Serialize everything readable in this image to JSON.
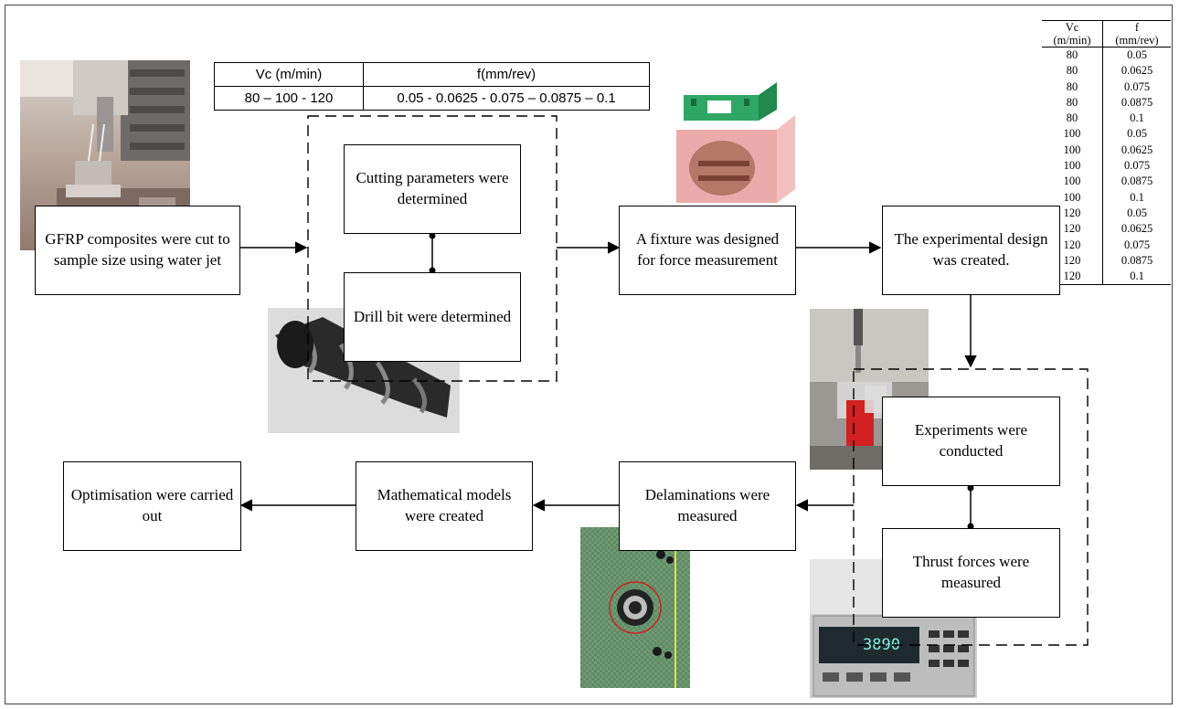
{
  "steps": {
    "cut": "GFRP composites were cut to sample size using water jet",
    "cutting_params": "Cutting parameters were determined",
    "drill_bit": "Drill bit were determined",
    "fixture": "A fixture was designed for force measurement",
    "design": "The experimental design was created.",
    "experiments": "Experiments were conducted",
    "thrust": "Thrust forces were measured",
    "delam": "Delaminations were measured",
    "models": "Mathematical models were created",
    "optimisation": "Optimisation were carried out"
  },
  "param_table": {
    "h1": "Vc (m/min)",
    "h2": "f(mm/rev)",
    "v1": "80 – 100 - 120",
    "v2": "0.05 - 0.0625 - 0.075 – 0.0875 – 0.1"
  },
  "design_table": {
    "h1a": "Vc",
    "h1b": "(m/min)",
    "h2a": "f",
    "h2b": "(mm/rev)",
    "rows": [
      [
        "80",
        "0.05"
      ],
      [
        "80",
        "0.0625"
      ],
      [
        "80",
        "0.075"
      ],
      [
        "80",
        "0.0875"
      ],
      [
        "80",
        "0.1"
      ],
      [
        "100",
        "0.05"
      ],
      [
        "100",
        "0.0625"
      ],
      [
        "100",
        "0.075"
      ],
      [
        "100",
        "0.0875"
      ],
      [
        "100",
        "0.1"
      ],
      [
        "120",
        "0.05"
      ],
      [
        "120",
        "0.0625"
      ],
      [
        "120",
        "0.075"
      ],
      [
        "120",
        "0.0875"
      ],
      [
        "120",
        "0.1"
      ]
    ]
  },
  "display_reading": "3890"
}
